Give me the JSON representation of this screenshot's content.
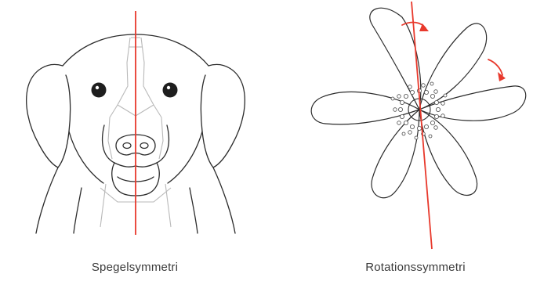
{
  "panels": [
    {
      "caption": "Spegelsymmetri",
      "illustration": "dog-face",
      "axis_color": "#e8392c"
    },
    {
      "caption": "Rotationssymmetri",
      "illustration": "flower",
      "axis_color": "#e8392c",
      "arrow_color": "#e8392c"
    }
  ],
  "colors": {
    "outline": "#2b2b2b",
    "guide": "#b9b9b9",
    "accent": "#e8392c"
  }
}
